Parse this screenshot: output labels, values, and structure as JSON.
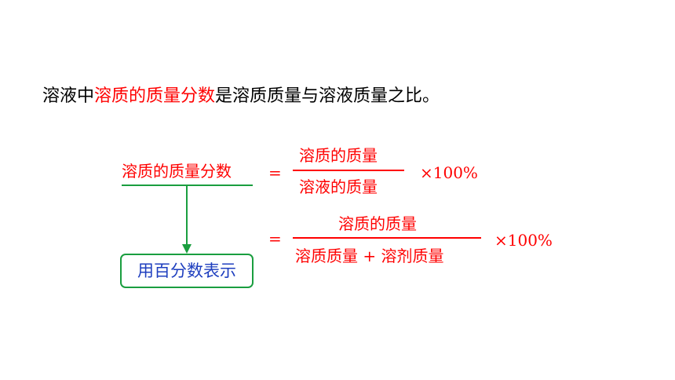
{
  "definition": {
    "prefix": "溶液中",
    "highlight": "溶质的质量分数",
    "suffix": "是溶质质量与溶液质量之比。"
  },
  "formula": {
    "lhs": "溶质的质量分数",
    "equals": "=",
    "row1": {
      "numerator": "溶质的质量",
      "denominator": "溶液的质量",
      "factor": "×100%"
    },
    "row2": {
      "numerator": "溶质的质量",
      "denominator_left": "溶质质量",
      "plus": "+",
      "denominator_right": "溶剂质量",
      "factor": "×100%"
    }
  },
  "note": {
    "label": "用百分数表示"
  },
  "colors": {
    "highlight": "#ff0000",
    "formula": "#ff0000",
    "arrow": "#1a9e3f",
    "note_text": "#1f3fbf"
  }
}
